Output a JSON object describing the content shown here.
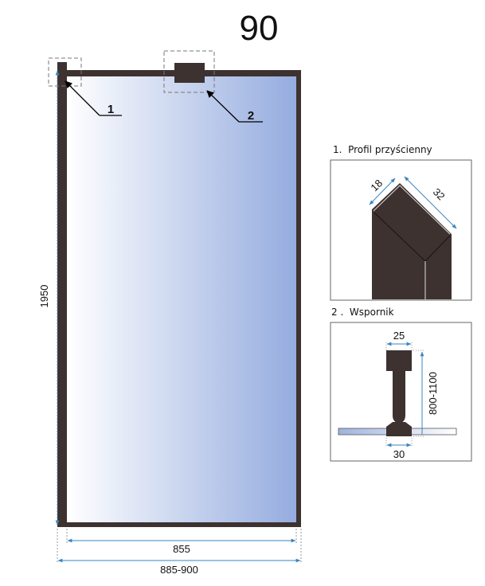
{
  "title": "90",
  "callouts": {
    "one": "1",
    "two": "2"
  },
  "dimensions": {
    "height": "1950",
    "glass_width": "855",
    "total_width": "885-900"
  },
  "details": [
    {
      "label": "1.  Profil przyścienny",
      "dims": [
        "18",
        "32"
      ]
    },
    {
      "label": "2 .  Wspornik",
      "dims": [
        "25",
        "800-1100",
        "30"
      ]
    }
  ],
  "colors": {
    "frame": "#3d3230",
    "glass_start": "#ffffff",
    "glass_end": "#95acdf",
    "dim": "#3a86c0"
  }
}
